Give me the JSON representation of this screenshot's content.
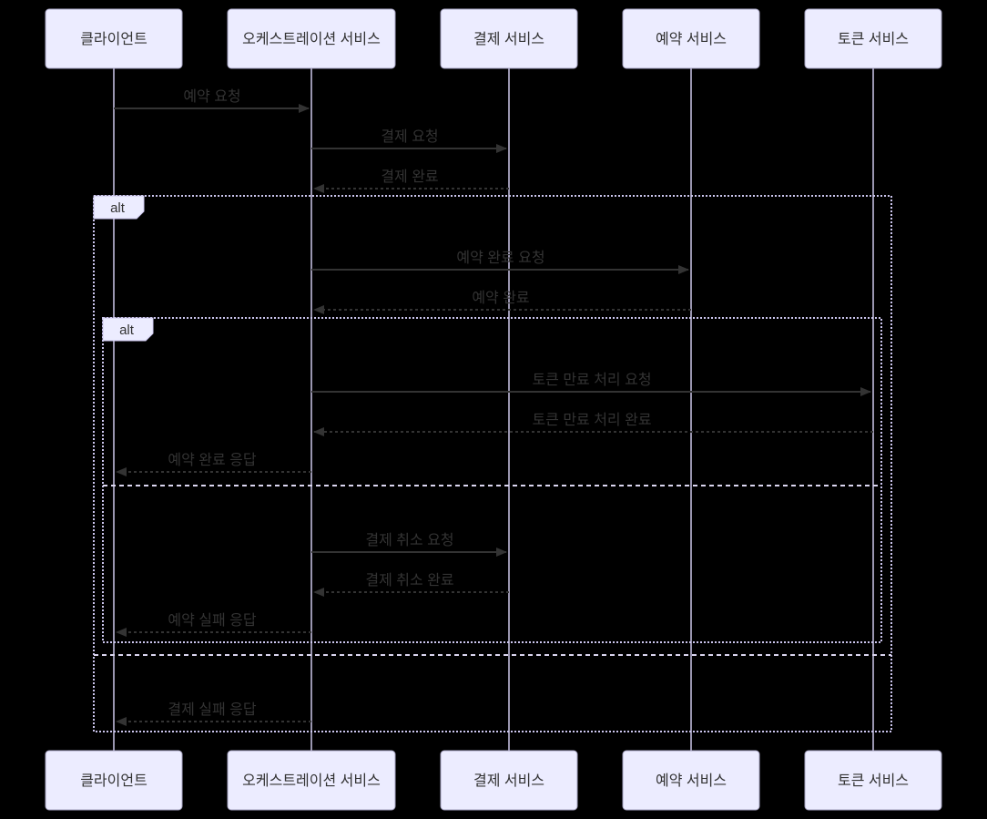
{
  "diagram": {
    "type": "sequence-diagram",
    "participants": [
      {
        "id": "client",
        "label": "클라이언트"
      },
      {
        "id": "orchestration-service",
        "label": "오케스트레이션 서비스"
      },
      {
        "id": "payment-service",
        "label": "결제 서비스"
      },
      {
        "id": "reservation-service",
        "label": "예약 서비스"
      },
      {
        "id": "token-service",
        "label": "토큰 서비스"
      }
    ],
    "messages": [
      {
        "text": "예약 요청",
        "from": "client",
        "to": "orchestration-service",
        "style": "solid"
      },
      {
        "text": "결제 요청",
        "from": "orchestration-service",
        "to": "payment-service",
        "style": "solid"
      },
      {
        "text": "결제 완료",
        "from": "payment-service",
        "to": "orchestration-service",
        "style": "dashed"
      },
      {
        "text": "예약 완료 요청",
        "from": "orchestration-service",
        "to": "reservation-service",
        "style": "solid"
      },
      {
        "text": "예약 완료",
        "from": "reservation-service",
        "to": "orchestration-service",
        "style": "dashed"
      },
      {
        "text": "토큰 만료 처리 요청",
        "from": "orchestration-service",
        "to": "token-service",
        "style": "solid"
      },
      {
        "text": "토큰 만료 처리 완료",
        "from": "token-service",
        "to": "orchestration-service",
        "style": "dashed"
      },
      {
        "text": "예약 완료 응답",
        "from": "orchestration-service",
        "to": "client",
        "style": "dashed"
      },
      {
        "text": "결제 취소 요청",
        "from": "orchestration-service",
        "to": "payment-service",
        "style": "solid"
      },
      {
        "text": "결제 취소 완료",
        "from": "payment-service",
        "to": "orchestration-service",
        "style": "dashed"
      },
      {
        "text": "예약 실패 응답",
        "from": "orchestration-service",
        "to": "client",
        "style": "dashed"
      },
      {
        "text": "결제 실패 응답",
        "from": "orchestration-service",
        "to": "client",
        "style": "dashed"
      }
    ],
    "frames": [
      {
        "label": "alt",
        "kind": "alt-outer"
      },
      {
        "label": "alt",
        "kind": "alt-inner"
      }
    ],
    "colors": {
      "background": "#000000",
      "participant_fill": "#ECECFF",
      "participant_border": "#A5A2C0",
      "text": "#333333",
      "arrow": "#333333",
      "lifeline": "#CDC8EA",
      "frame_border": "#CCC6EE",
      "divider": "#DBD6F0",
      "alt_tab_fill": "#ECECFF"
    }
  }
}
